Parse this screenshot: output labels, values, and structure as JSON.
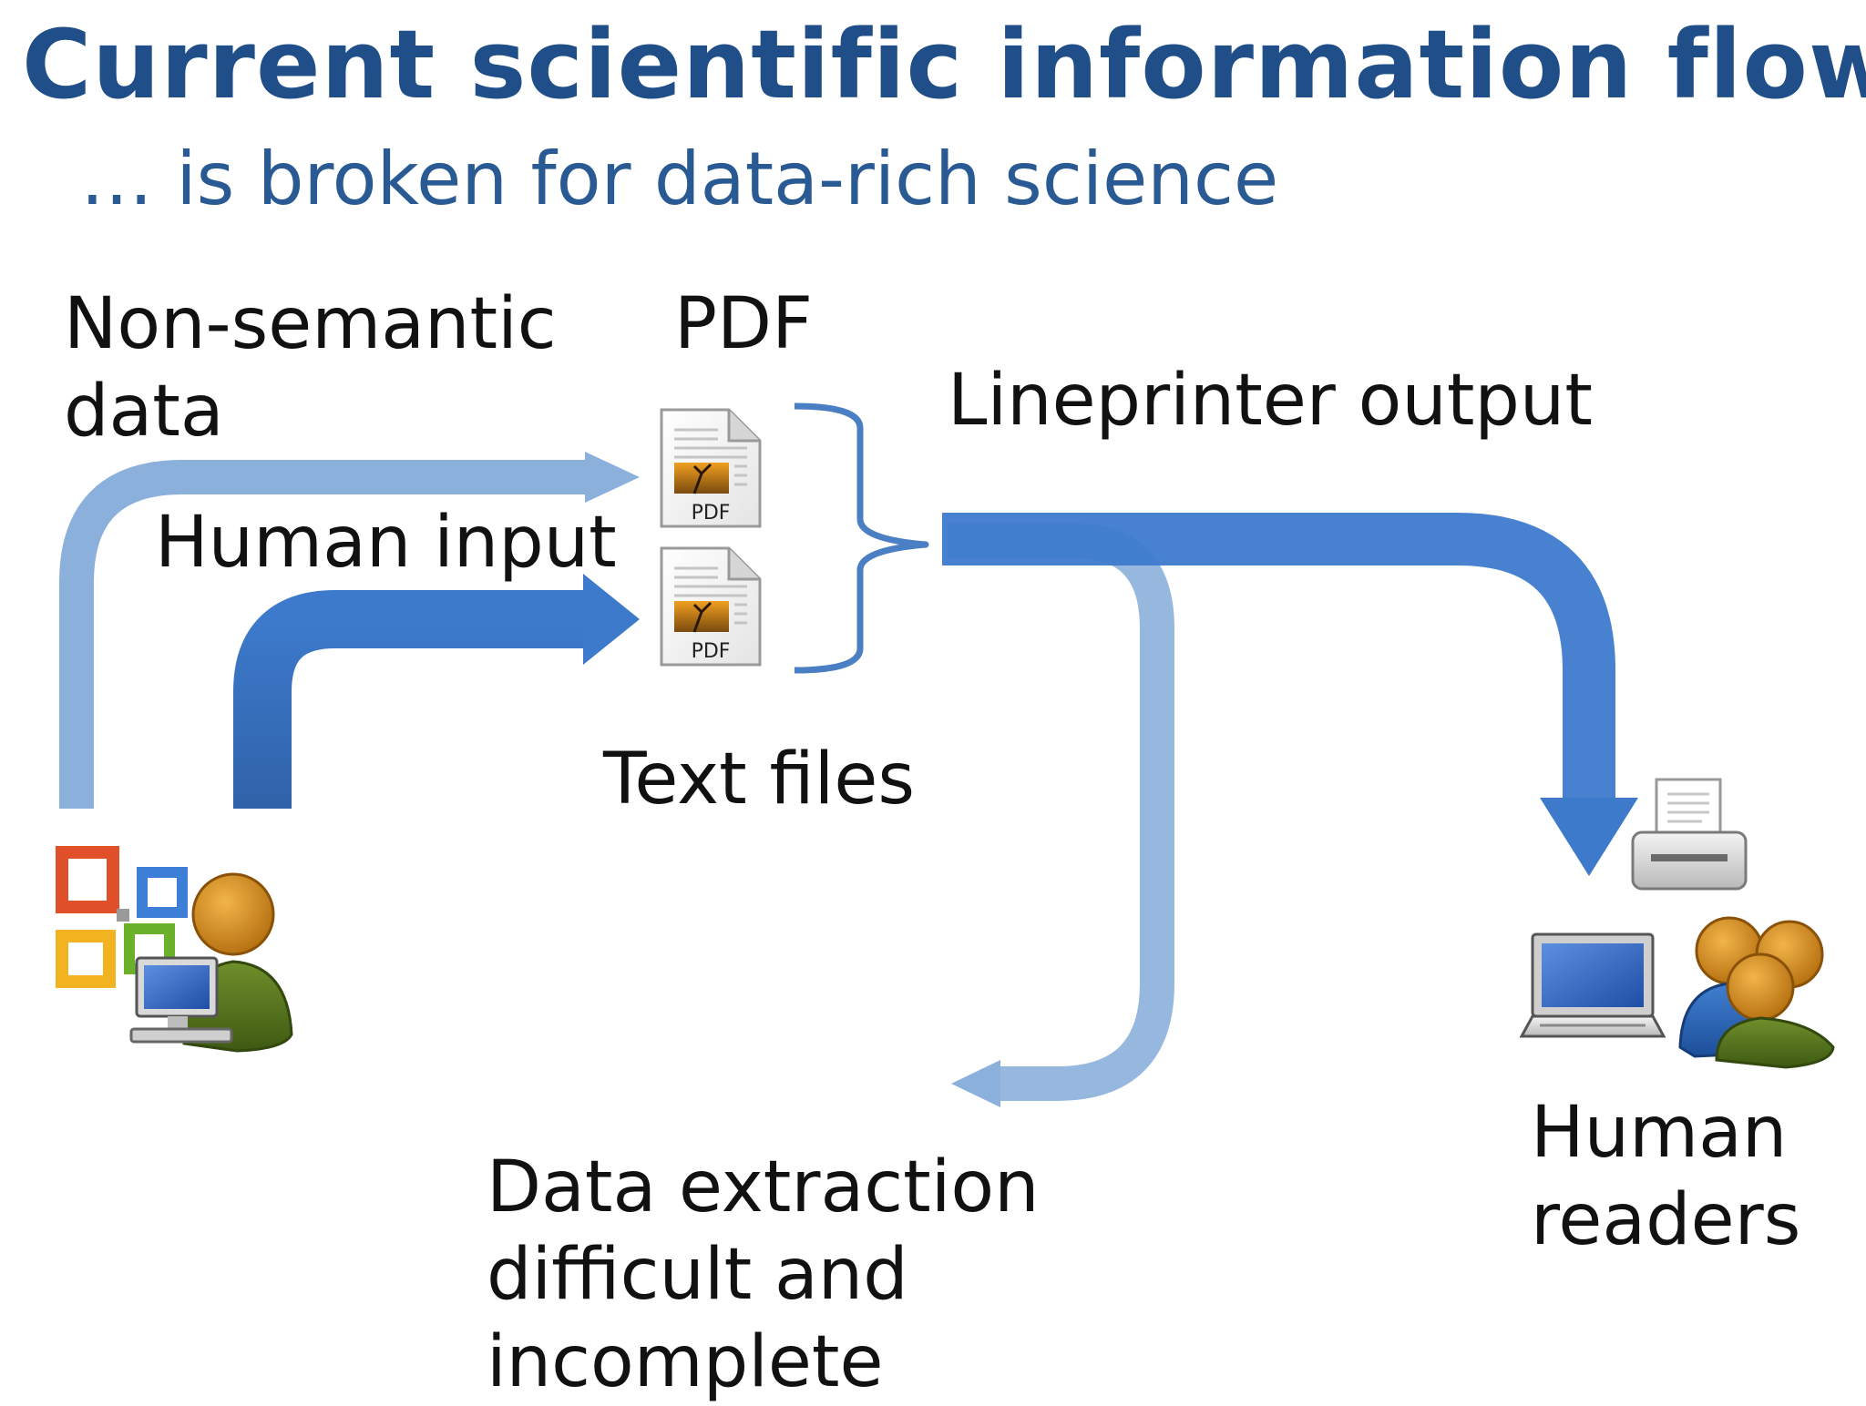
{
  "slide": {
    "title": "Current scientific information flow",
    "subtitle": "… is broken for data-rich science"
  },
  "labels": {
    "non_semantic": "Non-semantic\ndata",
    "pdf": "PDF",
    "lineprinter": "Lineprinter output",
    "human_input": "Human input",
    "text_files": "Text files",
    "extraction": "Data extraction\ndifficult and\nincomplete",
    "human_readers": "Human\nreaders"
  },
  "icons": {
    "pdf_badge": "PDF",
    "source_icons": [
      "office-logo-icon",
      "user-at-computer-icon"
    ],
    "document_icons": [
      "pdf-document-icon",
      "pdf-document-icon"
    ],
    "reader_icons": [
      "printer-icon",
      "laptop-icon",
      "people-group-icon"
    ]
  },
  "colors": {
    "title": "#1f4e89",
    "light_arrow": "#8bb0dc",
    "dark_arrow": "#3d7acc",
    "bracket": "#4a7fc4"
  }
}
